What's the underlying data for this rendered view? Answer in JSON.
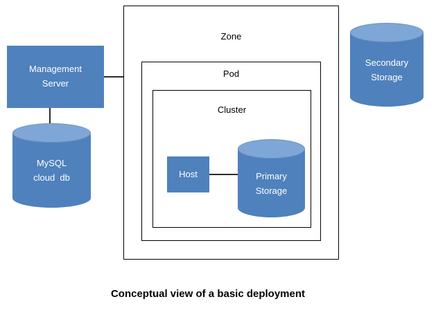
{
  "caption": "Conceptual view of a basic deployment",
  "containers": {
    "zone": {
      "label": "Zone"
    },
    "pod": {
      "label": "Pod"
    },
    "cluster": {
      "label": "Cluster"
    }
  },
  "nodes": {
    "management_server": {
      "line1": "Management",
      "line2": "Server"
    },
    "mysql_db": {
      "line1": "MySQL",
      "line2": "cloud  db"
    },
    "host": {
      "label": "Host"
    },
    "primary_storage": {
      "line1": "Primary",
      "line2": "Storage"
    },
    "secondary_storage": {
      "line1": "Secondary",
      "line2": "Storage"
    }
  },
  "colors": {
    "node_fill": "#4f81bd",
    "cylinder_top": "#7ea6d6",
    "outline": "#000000",
    "text_on_node": "#ffffff"
  }
}
